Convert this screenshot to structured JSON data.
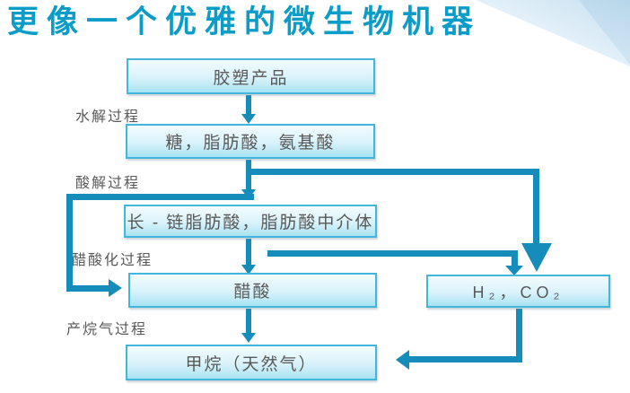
{
  "title": "更像一个优雅的微生物机器",
  "colors": {
    "title": "#0c9cc8",
    "arrow": "#158cba",
    "box_border": "#41b7de",
    "box_fill_top": "#f3fcfe",
    "box_fill_bottom": "#a8e3f3",
    "text": "#595959",
    "corner_decoration": "#c6dff0"
  },
  "flowchart": {
    "boxes": [
      {
        "id": "plastic-products",
        "label": "胶塑产品"
      },
      {
        "id": "hydrolysis-products",
        "label": "糖，脂肪酸，氨基酸"
      },
      {
        "id": "long-chain-fatty-acids",
        "label": "长 - 链脂肪酸，脂肪酸中介体"
      },
      {
        "id": "acetic-acid",
        "label": "醋酸"
      },
      {
        "id": "h2-co2",
        "label": "H₂，CO₂"
      },
      {
        "id": "methane",
        "label": "甲烷（天然气）"
      }
    ],
    "stage_labels": [
      {
        "id": "hydrolysis",
        "label": "水解过程"
      },
      {
        "id": "acidogenesis",
        "label": "酸解过程"
      },
      {
        "id": "acetogenesis",
        "label": "醋酸化过程"
      },
      {
        "id": "methanogenesis",
        "label": "产烷气过程"
      }
    ],
    "edges": [
      {
        "from": "胶塑产品",
        "to": "糖，脂肪酸，氨基酸"
      },
      {
        "from": "糖，脂肪酸，氨基酸",
        "to": "长 - 链脂肪酸，脂肪酸中介体"
      },
      {
        "from": "糖，脂肪酸，氨基酸",
        "to": "H₂，CO₂"
      },
      {
        "from": "糖，脂肪酸，氨基酸",
        "to": "醋酸"
      },
      {
        "from": "长 - 链脂肪酸，脂肪酸中介体",
        "to": "醋酸"
      },
      {
        "from": "长 - 链脂肪酸，脂肪酸中介体",
        "to": "H₂，CO₂"
      },
      {
        "from": "醋酸",
        "to": "甲烷（天然气）"
      },
      {
        "from": "H₂，CO₂",
        "to": "甲烷（天然气）"
      }
    ]
  }
}
